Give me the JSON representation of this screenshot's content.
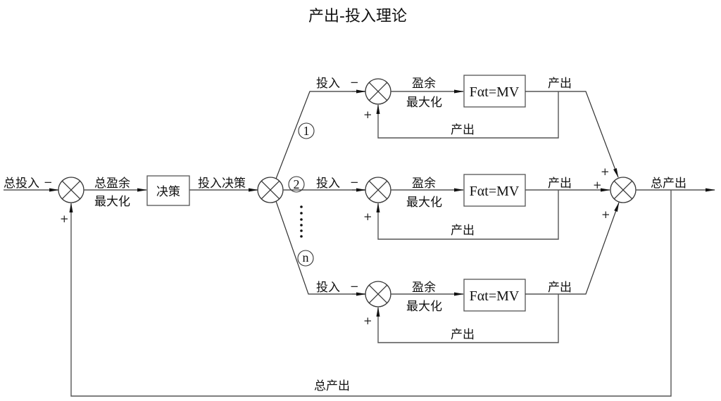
{
  "title": "产出-投入理论",
  "main": {
    "input_label": "总投入",
    "input_sign": "−",
    "feedback_sign": "+",
    "surplus_label_line1": "总盈余",
    "surplus_label_line2": "最大化",
    "decision_box": "决策",
    "decision_output": "投入决策",
    "total_output_label": "总产出",
    "feedback_label": "总产出"
  },
  "branches": [
    {
      "marker": "1",
      "input_label": "投入",
      "input_sign": "−",
      "feedback_sign": "+",
      "surplus_line1": "盈余",
      "surplus_line2": "最大化",
      "box": "Fαt=MV",
      "output_label": "产出",
      "feedback_label": "产出",
      "sum_sign": "+"
    },
    {
      "marker": "2",
      "input_label": "投入",
      "input_sign": "−",
      "feedback_sign": "+",
      "surplus_line1": "盈余",
      "surplus_line2": "最大化",
      "box": "Fαt=MV",
      "output_label": "产出",
      "feedback_label": "产出",
      "sum_sign": "+"
    },
    {
      "marker": "n",
      "input_label": "投入",
      "input_sign": "−",
      "feedback_sign": "+",
      "surplus_line1": "盈余",
      "surplus_line2": "最大化",
      "box": "Fαt=MV",
      "output_label": "产出",
      "feedback_label": "产出",
      "sum_sign": "+"
    }
  ],
  "ellipsis": "⋮"
}
